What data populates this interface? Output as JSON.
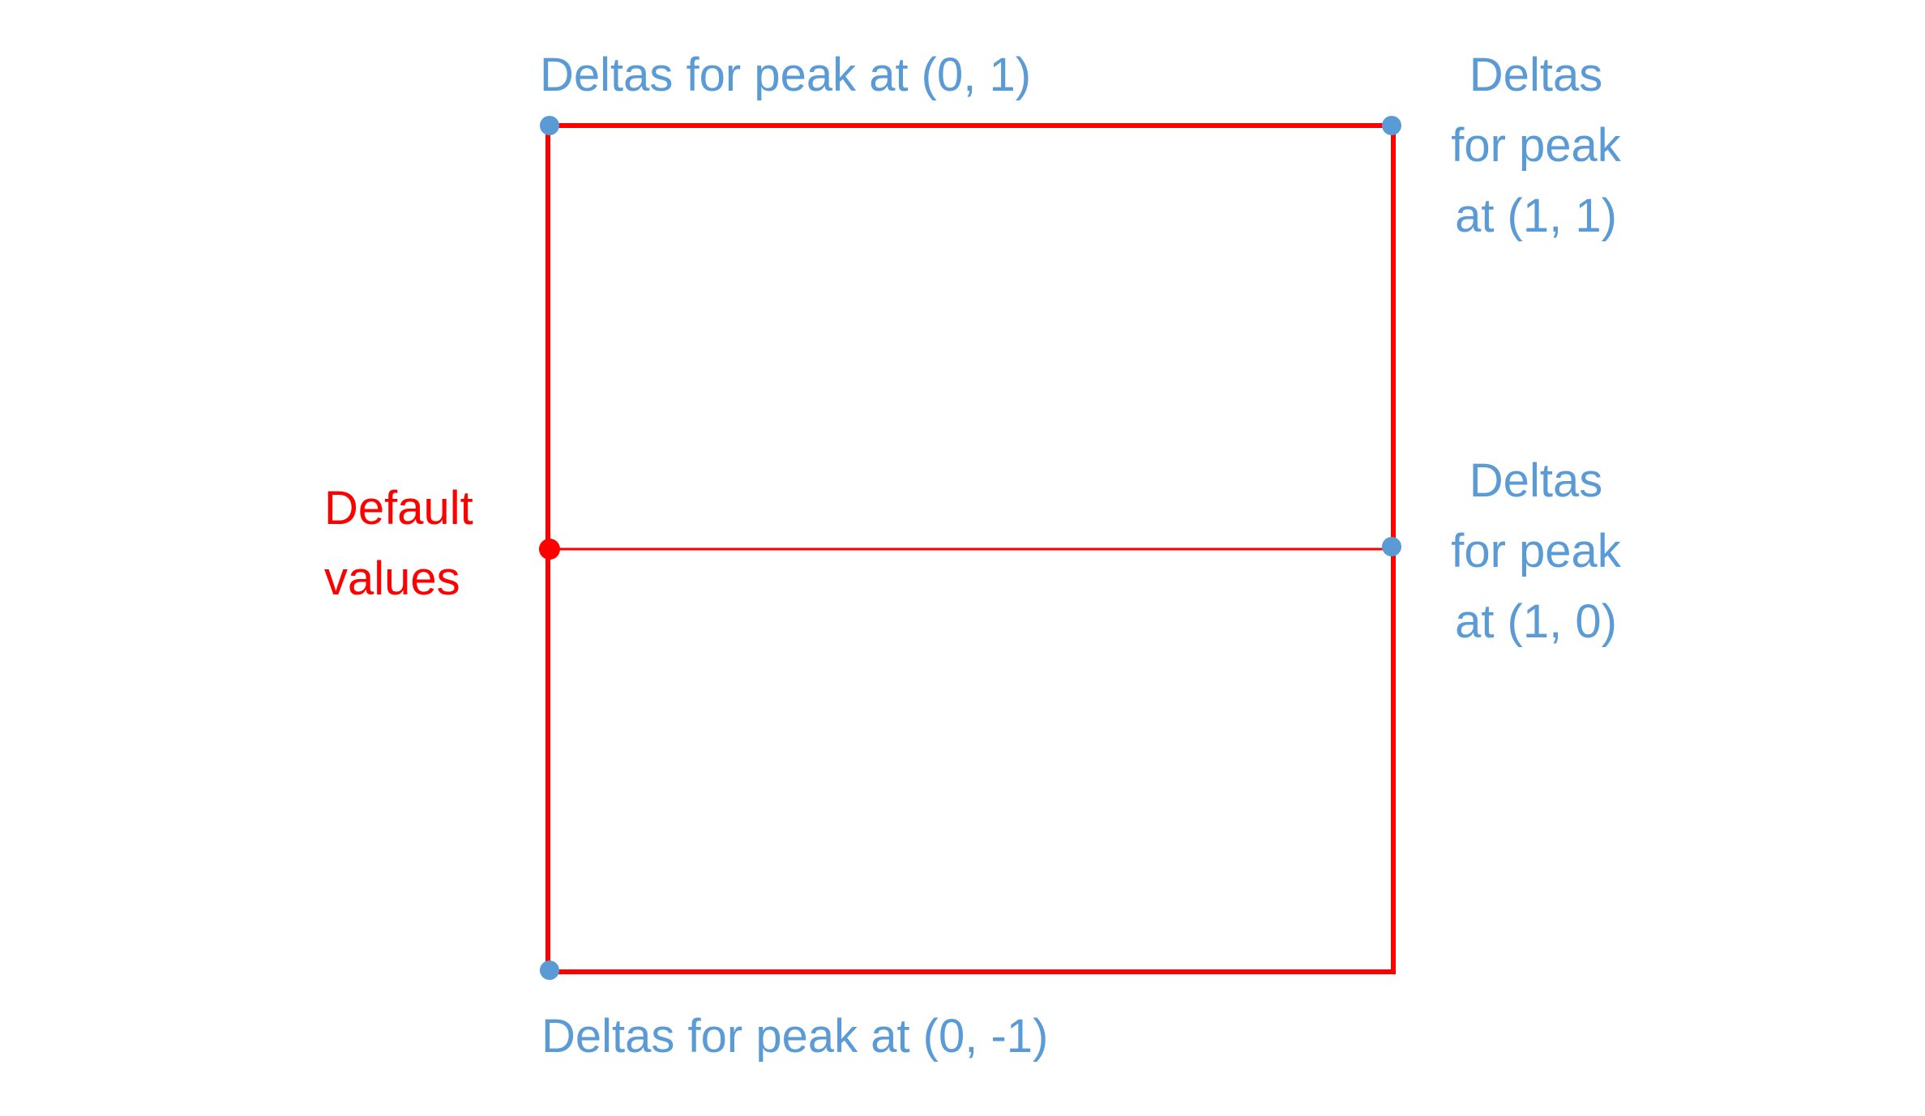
{
  "colors": {
    "frame": "#ff0000",
    "default_point": "#ff0000",
    "peak_point": "#5b9bd5",
    "peak_label": "#5b9bd5",
    "default_label": "#ff0000"
  },
  "labels": {
    "peak_0_1": "Deltas for peak at (0, 1)",
    "peak_1_1": [
      "Deltas",
      "for peak",
      "at (1, 1)"
    ],
    "default": [
      "Default",
      "values"
    ],
    "peak_1_0": [
      "Deltas",
      "for peak",
      "at (1, 0)"
    ],
    "peak_0_m1": "Deltas for peak at (0, -1)"
  }
}
